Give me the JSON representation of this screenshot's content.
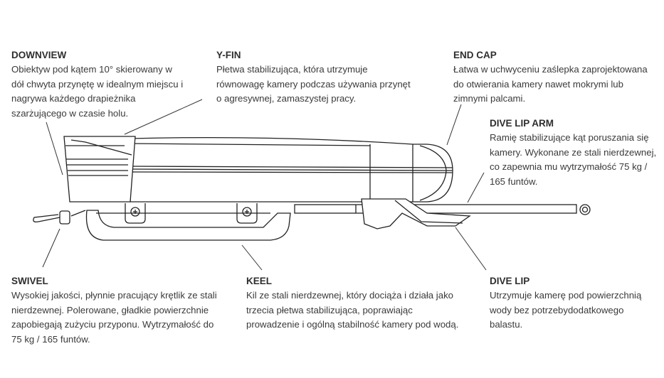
{
  "callouts": {
    "downview": {
      "title": "DOWNVIEW",
      "lines": [
        "Obiektyw pod kątem 10° skierowany w",
        "dół chwyta przynętę w idealnym miejscu i",
        "nagrywa każdego drapieżnika",
        "szarżującego w czasie holu."
      ]
    },
    "yfin": {
      "title": "Y-FIN",
      "lines": [
        "Płetwa stabilizująca, która utrzymuje",
        "równowagę kamery podczas używania przynęt",
        "o agresywnej, zamaszystej pracy."
      ]
    },
    "endcap": {
      "title": "END CAP",
      "lines": [
        "Łatwa w uchwyceniu zaślepka zaprojektowana",
        "do otwierania kamery nawet mokrymi lub",
        "zimnymi palcami."
      ]
    },
    "divelaparm": {
      "title": "DIVE LIP ARM",
      "lines": [
        "Ramię stabilizujące kąt poruszania się",
        "kamery. Wykonane ze stali nierdzewnej,",
        "co zapewnia mu wytrzymałość 75 kg /",
        "165 funtów."
      ]
    },
    "swivel": {
      "title": "SWIVEL",
      "lines": [
        "Wysokiej jakości, płynnie pracujący krętlik ze stali",
        "nierdzewnej. Polerowane, gładkie powierzchnie",
        "zapobiegają zużyciu przyponu. Wytrzymałość do",
        "75 kg / 165 funtów."
      ]
    },
    "keel": {
      "title": "KEEL",
      "lines": [
        "Kil ze stali nierdzewnej, który dociąża i działa jako",
        "trzecia płetwa stabilizująca, poprawiając",
        "prowadzenie i ogólną stabilność kamery pod wodą."
      ]
    },
    "divelip": {
      "title": "DIVE LIP",
      "lines": [
        "Utrzymuje kamerę pod powierzchnią",
        "wody bez potrzebydodatkowego",
        "balastu."
      ]
    }
  }
}
